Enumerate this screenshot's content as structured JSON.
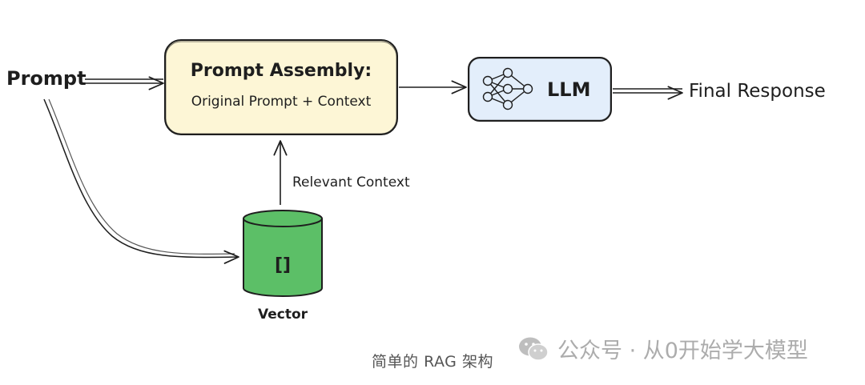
{
  "nodes": {
    "prompt": "Prompt",
    "assembly_title": "Prompt Assembly:",
    "assembly_subtitle": "Original Prompt + Context",
    "llm": "LLM",
    "final_response": "Final Response",
    "relevant_context": "Relevant Context",
    "vector_label": "Vector",
    "vector_symbol": "[]"
  },
  "caption": "简单的 RAG 架构",
  "watermark": "公众号 · 从0开始学大模型",
  "colors": {
    "assembly_fill": "#fdf6d6",
    "llm_fill": "#e3eefb",
    "vector_fill": "#5cbf67",
    "stroke": "#1e1e1e"
  },
  "icons": {
    "llm": "neural-network-icon",
    "watermark": "wechat-icon"
  }
}
